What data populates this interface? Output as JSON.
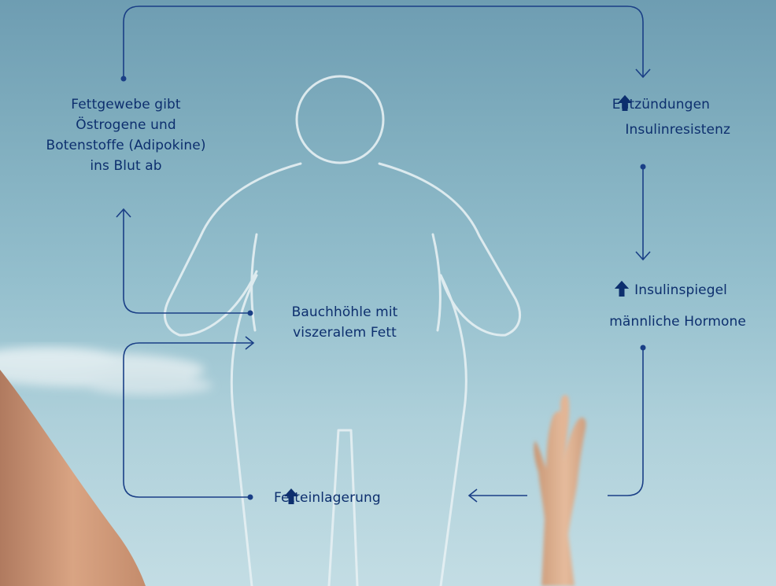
{
  "diagram": {
    "fettgewebe_lines": [
      "Fettgewebe gibt",
      "Östrogene und",
      "Botenstoffe (Adipokine)",
      "ins Blut ab"
    ],
    "bauchhoehle_lines": [
      "Bauchhöhle mit",
      "viszeralem Fett"
    ],
    "entzuendungen": "Entzündungen",
    "insulinresistenz": "Insulinresistenz",
    "insulinspiegel": "Insulinspiegel",
    "maennliche_hormone": "männliche Hormone",
    "fetteinlagerung": "Fetteinlagerung"
  },
  "colors": {
    "text": "#0d2f6e",
    "connector": "#1a3f86",
    "figure_outline": "#e6f0f3",
    "sky_top": "#6e9db2",
    "sky_bottom": "#c3dde4"
  },
  "icons": {
    "increase": "bold-up-arrow-icon",
    "connector_arrow": "thin-arrow-icon"
  }
}
